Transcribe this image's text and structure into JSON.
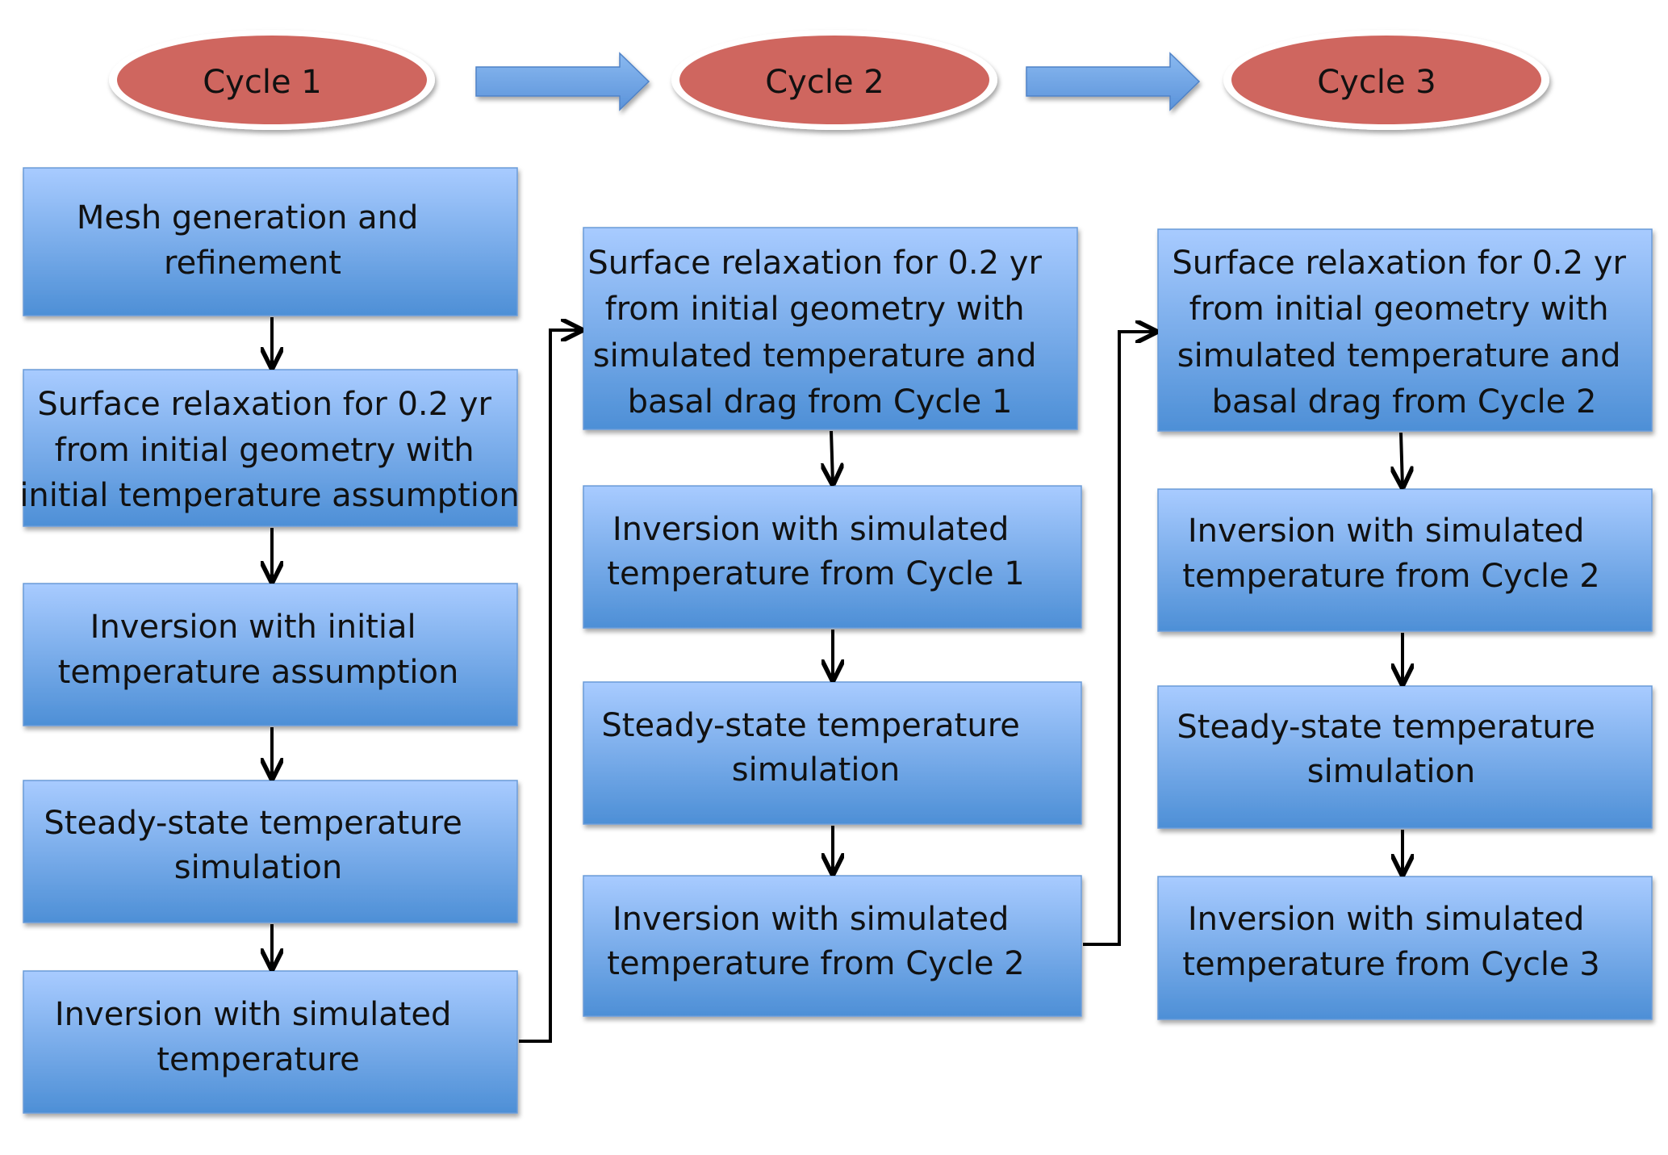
{
  "cycles": [
    {
      "label": "Cycle 1"
    },
    {
      "label": "Cycle 2"
    },
    {
      "label": "Cycle 3"
    }
  ],
  "columns": [
    {
      "boxes": [
        {
          "lines": [
            "Mesh generation and",
            "refinement"
          ]
        },
        {
          "lines": [
            "Surface relaxation for 0.2 yr",
            "from initial geometry with",
            "initial temperature assumption"
          ]
        },
        {
          "lines": [
            "Inversion with initial",
            "temperature assumption"
          ]
        },
        {
          "lines": [
            "Steady-state temperature",
            "simulation"
          ]
        },
        {
          "lines": [
            "Inversion with simulated",
            "temperature"
          ]
        }
      ]
    },
    {
      "boxes": [
        {
          "lines": [
            "Surface relaxation for 0.2 yr",
            "from initial geometry with",
            "simulated temperature and",
            "basal drag from Cycle 1"
          ]
        },
        {
          "lines": [
            "Inversion with simulated",
            "temperature from Cycle 1"
          ]
        },
        {
          "lines": [
            "Steady-state temperature",
            "simulation"
          ]
        },
        {
          "lines": [
            "Inversion with simulated",
            "temperature from Cycle 2"
          ]
        }
      ]
    },
    {
      "boxes": [
        {
          "lines": [
            "Surface relaxation for 0.2 yr",
            "from initial geometry with",
            "simulated temperature and",
            "basal drag from Cycle 2"
          ]
        },
        {
          "lines": [
            "Inversion with simulated",
            "temperature from Cycle 2"
          ]
        },
        {
          "lines": [
            "Steady-state temperature",
            "simulation"
          ]
        },
        {
          "lines": [
            "Inversion with simulated",
            "temperature from Cycle 3"
          ]
        }
      ]
    }
  ],
  "colors": {
    "ellipse_fill": "#cf665f",
    "box_top": "#a8cbff",
    "box_bottom": "#4d8fd6",
    "arrow_fill": "#74a7e4",
    "connector": "#000000"
  }
}
